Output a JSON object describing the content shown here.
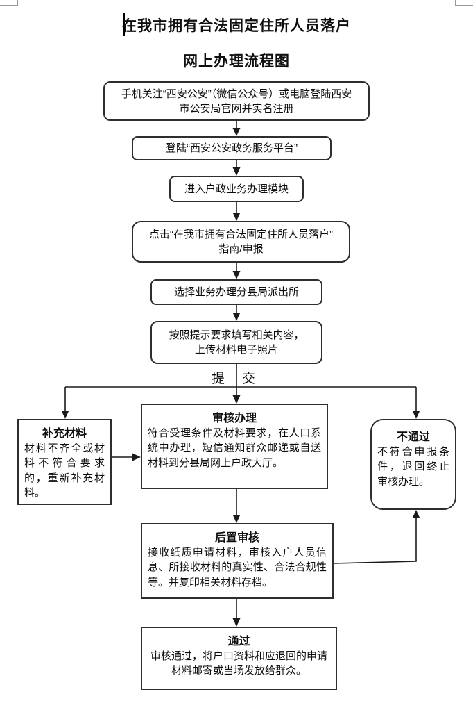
{
  "title": {
    "line1": "在我市拥有合法固定住所人员落户",
    "line2": "网上办理流程图"
  },
  "steps": {
    "register": "手机关注“西安公安”（微信公众号）或电脑登陆西安\n市公安局官网并实名注册",
    "login": "登陆“西安公安政务服务平台”",
    "enter_module": "进入户政业务办理模块",
    "click_item": "点击“在我市拥有合法固定住所人员落户”\n指南/申报",
    "select_station": "选择业务办理分县局派出所",
    "fill_upload": "按照提示要求填写相关内容，\n上传材料电子照片"
  },
  "submit": {
    "char1": "提",
    "char2": "交"
  },
  "branches": {
    "supplement": {
      "title": "补充材料",
      "body": "材料不齐全或材料不符合要求的，重新补充材料。"
    },
    "review": {
      "title": "审核办理",
      "body": "符合受理条件及材料要求，在人口系统中办理，短信通知群众邮递或自送材料到分县局网上户政大厅。"
    },
    "reject": {
      "title": "不通过",
      "body": "不符合申报条件，退回终止审核办理。"
    },
    "post_review": {
      "title": "后置审核",
      "body": "接收纸质申请材料，审核入户人员信息、所接收材料的真实性、合法合规性等。并复印相关材料存档。"
    },
    "pass": {
      "title": "通过",
      "body": "审核通过，将户口资料和应退回的申请材料邮寄或当场发放给群众。"
    }
  },
  "colors": {
    "line": "#1a1a1a",
    "border": "#2e2e2e",
    "corner_mark": "#9a9a9a"
  }
}
